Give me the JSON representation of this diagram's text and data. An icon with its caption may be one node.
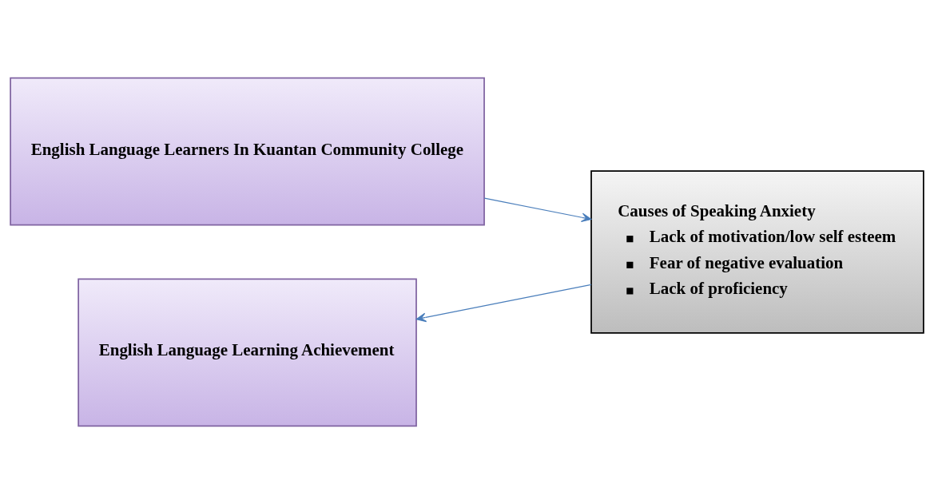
{
  "diagram": {
    "nodes": [
      {
        "text": [
          "English Language Learners In Kuantan Community College"
        ]
      },
      {
        "text": [
          "Causes of Speaking Anxiety",
          "Lack of motivation/low self esteem",
          "Fear of negative evaluation",
          "Lack of proficiency"
        ]
      },
      {
        "text": [
          "English Language Learning Achievement"
        ]
      }
    ],
    "edges": [
      {
        "from": 0,
        "to": 1,
        "arrow": "to"
      },
      {
        "from": 1,
        "to": 2,
        "arrow": "to"
      }
    ]
  }
}
